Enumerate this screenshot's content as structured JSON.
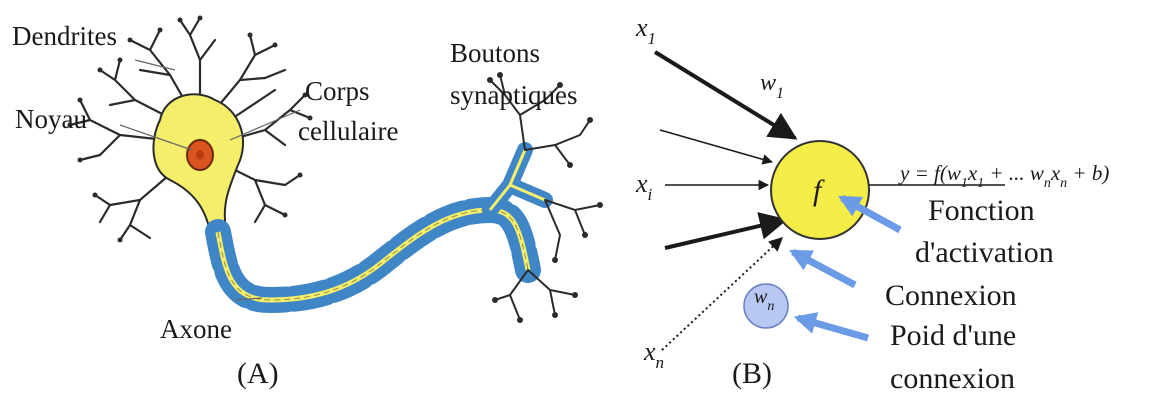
{
  "panel_a": {
    "caption": "(A)",
    "labels": {
      "dendrites": "Dendrites",
      "noyau": "Noyau",
      "corps_line1": "Corps",
      "corps_line2": "cellulaire",
      "boutons_line1": "Boutons",
      "boutons_line2": "synaptiques",
      "axone": "Axone"
    },
    "colors": {
      "soma": "#f4ee6a",
      "nucleus": "#d9541e",
      "myelin": "#3f86c6",
      "axon_core": "#f4ee6a",
      "dendrite": "#2b2b2b"
    }
  },
  "panel_b": {
    "caption": "(B)",
    "inputs": {
      "x1": "x",
      "x1_sub": "1",
      "xi": "x",
      "xi_sub": "i",
      "xn": "x",
      "xn_sub": "n"
    },
    "weights": {
      "w1": "w",
      "w1_sub": "1",
      "wn": "w",
      "wn_sub": "n"
    },
    "neuron_symbol": "f",
    "formula": {
      "part1": "y = f(w",
      "s1": "1",
      "part2": "x",
      "s2": "1",
      "part3": " + ... w",
      "s3": "n",
      "part4": "x",
      "s4": "n",
      "part5": " + b)"
    },
    "annotations": {
      "fonction_line1": "Fonction",
      "fonction_line2": "d'activation",
      "connexion": "Connexion",
      "poids_line1": "Poid d'une",
      "poids_line2": "connexion"
    },
    "colors": {
      "neuron_fill": "#f4ec47",
      "weight_node_fill": "#b9c8f2",
      "pointer_arrow": "#6b9be6"
    }
  }
}
